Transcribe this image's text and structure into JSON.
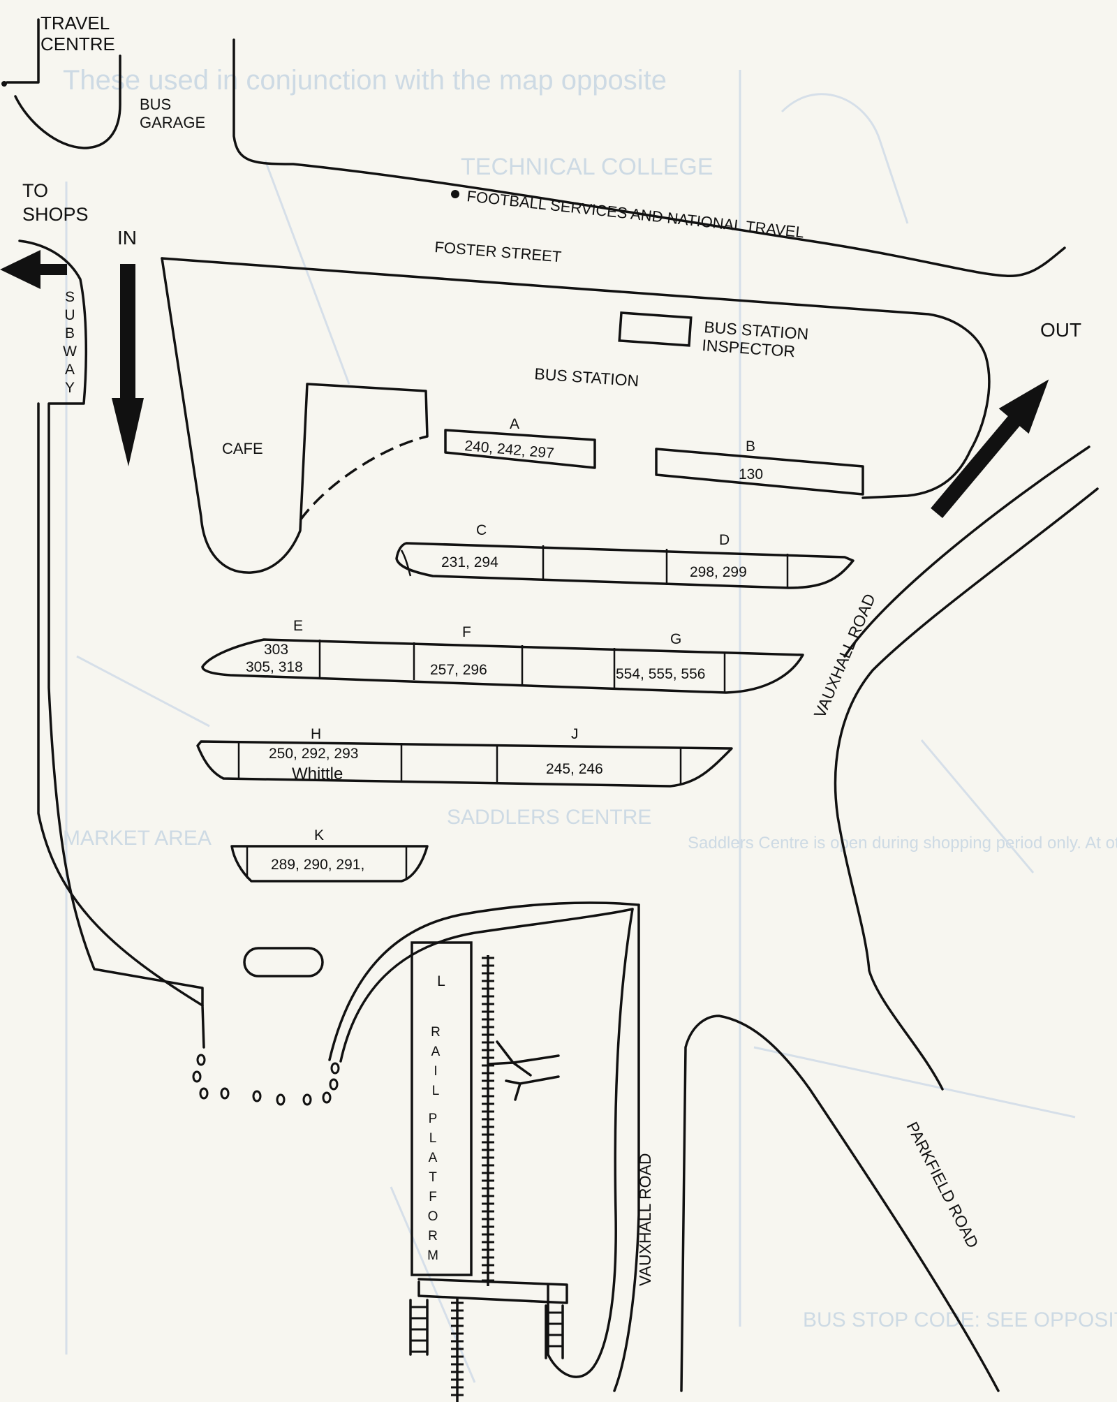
{
  "labels": {
    "travel_centre_1": "TRAVEL",
    "travel_centre_2": "CENTRE",
    "bus_garage_1": "BUS",
    "bus_garage_2": "GARAGE",
    "to_shops_1": "TO",
    "to_shops_2": "SHOPS",
    "in": "IN",
    "out": "OUT",
    "subway": [
      "S",
      "U",
      "B",
      "W",
      "A",
      "Y"
    ],
    "football": "FOOTBALL SERVICES AND NATIONAL TRAVEL",
    "foster_street": "FOSTER STREET",
    "inspector_1": "BUS STATION",
    "inspector_2": "INSPECTOR",
    "bus_station": "BUS STATION",
    "cafe": "CAFE",
    "vauxhall_road_upper": "VAUXHALL ROAD",
    "vauxhall_road_lower": "VAUXHALL ROAD",
    "parkfield_road": "PARKFIELD ROAD",
    "rail_platform_letter": "L",
    "rail_platform_word1": [
      "R",
      "A",
      "I",
      "L"
    ],
    "rail_platform_word2": [
      "P",
      "L",
      "A",
      "T",
      "F",
      "O",
      "R",
      "M"
    ]
  },
  "stands": {
    "A": {
      "letter": "A",
      "services": "240, 242, 297"
    },
    "B": {
      "letter": "B",
      "services": "130"
    },
    "C": {
      "letter": "C",
      "services": "231, 294"
    },
    "D": {
      "letter": "D",
      "services": "298, 299"
    },
    "E": {
      "letter": "E",
      "services_1": "303",
      "services_2": "305, 318"
    },
    "F": {
      "letter": "F",
      "services": "257, 296"
    },
    "G": {
      "letter": "G",
      "services": "554, 555, 556"
    },
    "H": {
      "letter": "H",
      "services_1": "250, 292, 293",
      "services_2": "Whittle"
    },
    "J": {
      "letter": "J",
      "services": "245, 246"
    },
    "K": {
      "letter": "K",
      "services": "289, 290, 291,"
    }
  },
  "bleed_through": {
    "header": "These used in conjunction with the map opposite",
    "technical_college": "TECHNICAL COLLEGE",
    "saddlers_centre": "SADDLERS CENTRE",
    "market_area": "MARKET AREA",
    "note": "Saddlers Centre is open during shopping period only. At other times access to Rail Station is from Station Street.",
    "bus_stop_code": "BUS STOP CODE: SEE OPPOSITE"
  },
  "colors": {
    "ink": "#111111",
    "paper": "#f7f6f0",
    "bleed_through": "#c9d7e3"
  }
}
